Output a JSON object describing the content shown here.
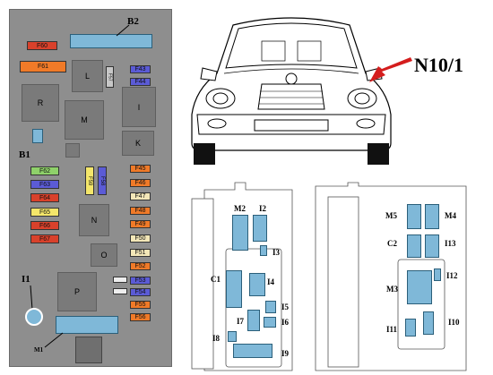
{
  "fuse_box": {
    "labels": {
      "B2": "B2",
      "B1": "B1",
      "I1": "I1",
      "M1": "M1"
    },
    "relays": [
      "L",
      "M",
      "R",
      "I",
      "K",
      "N",
      "O",
      "P"
    ],
    "fuses_left": [
      "F60",
      "F61",
      "F62",
      "F63",
      "F64",
      "F65",
      "F66",
      "F67"
    ],
    "fuses_right": [
      "F43",
      "F44",
      "F45",
      "F46",
      "F47",
      "F48",
      "F49",
      "F50",
      "F51",
      "F52",
      "F53",
      "F54",
      "F55",
      "F56"
    ],
    "fuses_vertical": [
      "F57",
      "F58",
      "F59"
    ],
    "colors": {
      "red": "#d9412b",
      "orange": "#f07a28",
      "blue": "#5b5bd6",
      "green": "#8fd16a",
      "yellow": "#f4e66a",
      "beige": "#f3e7b8",
      "connector": "#7fb8d8"
    }
  },
  "car": {
    "callout": "N10/1"
  },
  "module_left": {
    "labels": [
      "M2",
      "I2",
      "I3",
      "C1",
      "I4",
      "I5",
      "I6",
      "I7",
      "I8",
      "I9"
    ]
  },
  "module_right": {
    "labels": [
      "M5",
      "M4",
      "C2",
      "I13",
      "I12",
      "M3",
      "I11",
      "I10"
    ]
  }
}
